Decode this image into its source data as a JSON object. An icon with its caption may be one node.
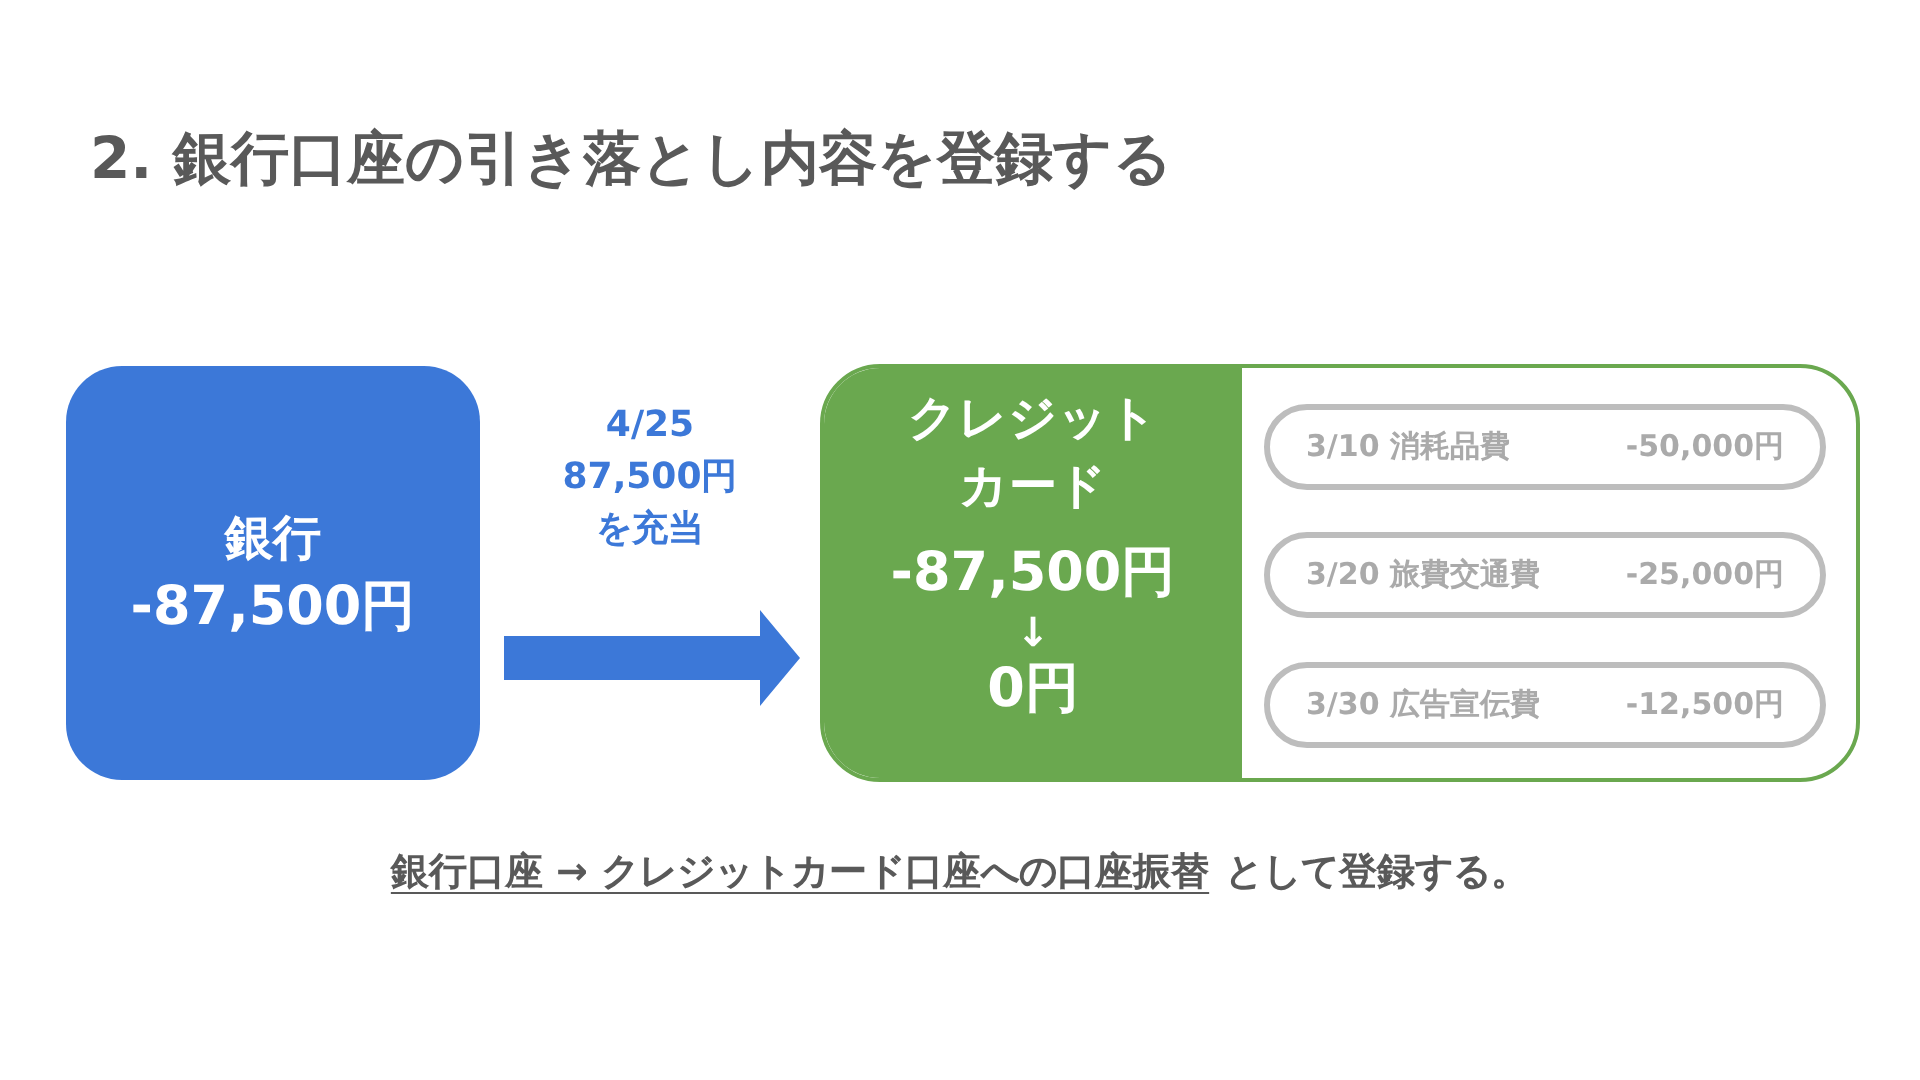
{
  "diagram": {
    "title": "2. 銀行口座の引き落とし内容を登録する",
    "nodes": [
      {
        "text": [
          "銀行",
          "-87,500円"
        ]
      },
      {
        "text": [
          "クレジットカード",
          "-87,500円",
          "↓",
          "0円"
        ]
      },
      {
        "text": [
          "3/10 消耗品費",
          "-50,000円"
        ],
        "in": 1
      },
      {
        "text": [
          "3/20 旅費交通費",
          "-25,000円"
        ],
        "in": 1
      },
      {
        "text": [
          "3/30 広告宣伝費",
          "-12,500円"
        ],
        "in": 1
      }
    ],
    "edges": [
      {
        "from": 0,
        "to": 1,
        "arrow": "to",
        "label": "4/25 87,500円を充当",
        "style": "thick"
      }
    ],
    "labels": [
      "銀行口座 → クレジットカード口座への口座振替",
      "として登録する。"
    ]
  }
}
